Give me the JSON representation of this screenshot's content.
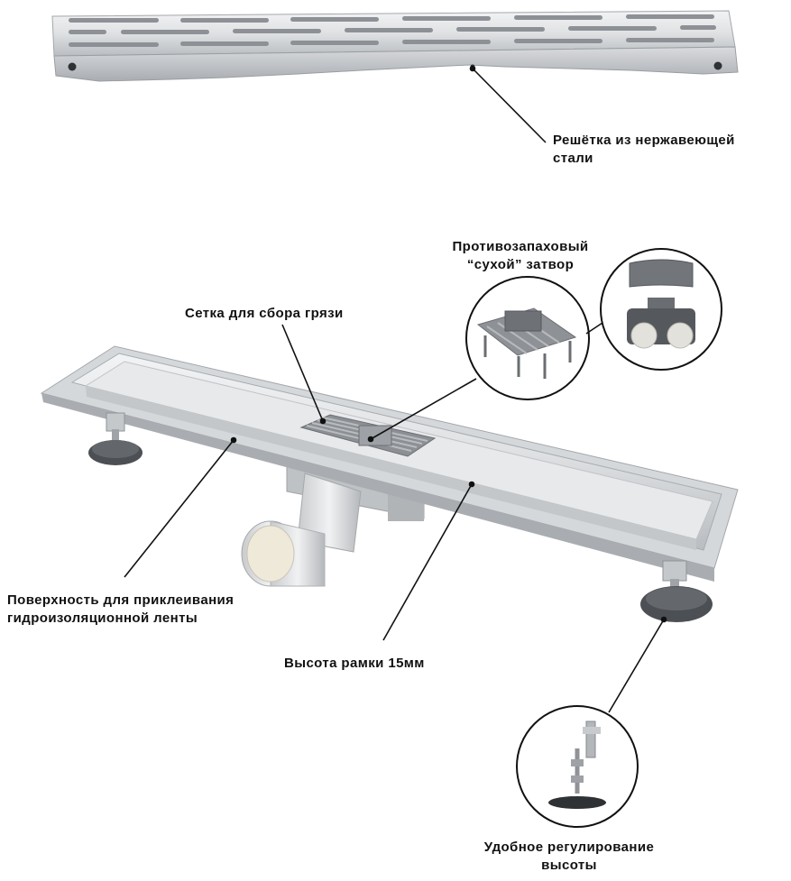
{
  "labels": {
    "grille": {
      "line1": "Решётка из нержавеющей",
      "line2": "стали"
    },
    "odor_trap": {
      "line1": "Противозапаховый",
      "line2": "“сухой” затвор"
    },
    "dirt_mesh": {
      "text": "Сетка для сбора грязи"
    },
    "tape_surface": {
      "line1": "Поверхность для приклеивания",
      "line2": "гидроизоляционной ленты"
    },
    "frame_height": {
      "text": "Высота рамки 15мм"
    },
    "height_adjust": {
      "line1": "Удобное регулирование",
      "line2": "высоты"
    }
  },
  "colors": {
    "steel_light": "#e6e8ea",
    "steel_mid": "#c7cacd",
    "steel_dark": "#9a9ea2",
    "pipe": "#d4d6d8",
    "plastic_grey": "#707478",
    "foot_dark": "#4c4f53",
    "leader_line": "#111111"
  }
}
